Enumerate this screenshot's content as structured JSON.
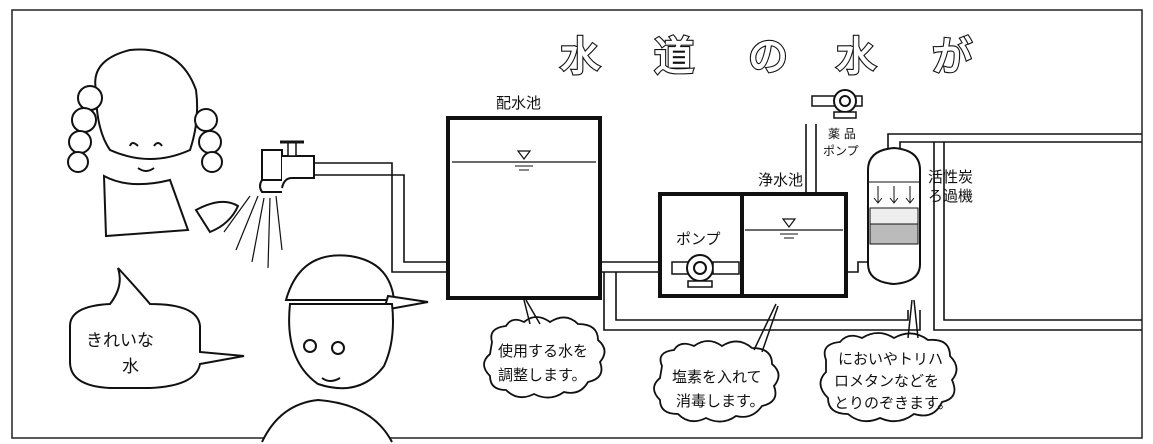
{
  "title": {
    "chars": [
      "水",
      "道",
      "の",
      "水",
      "が"
    ]
  },
  "facilities": {
    "distribution_reservoir": "配水池",
    "clean_water_reservoir": "浄水池",
    "pump": "ポンプ",
    "chemical_pump": [
      "薬 品",
      "ポンプ"
    ],
    "activated_carbon_filter": [
      "活性炭",
      "ろ過機"
    ]
  },
  "callouts": {
    "kid": [
      "きれいな",
      "水"
    ],
    "reservoir": [
      "使用する水を",
      "調整します。"
    ],
    "chlorine": [
      "塩素を入れて",
      "消毒します。"
    ],
    "filter": [
      "においやトリハ",
      "ロメタンなどを",
      "とりのぞきます。"
    ]
  },
  "colors": {
    "line": "#111111",
    "background": "#ffffff"
  },
  "icons": [
    "faucet-icon",
    "pump-icon",
    "water-level-icon"
  ]
}
